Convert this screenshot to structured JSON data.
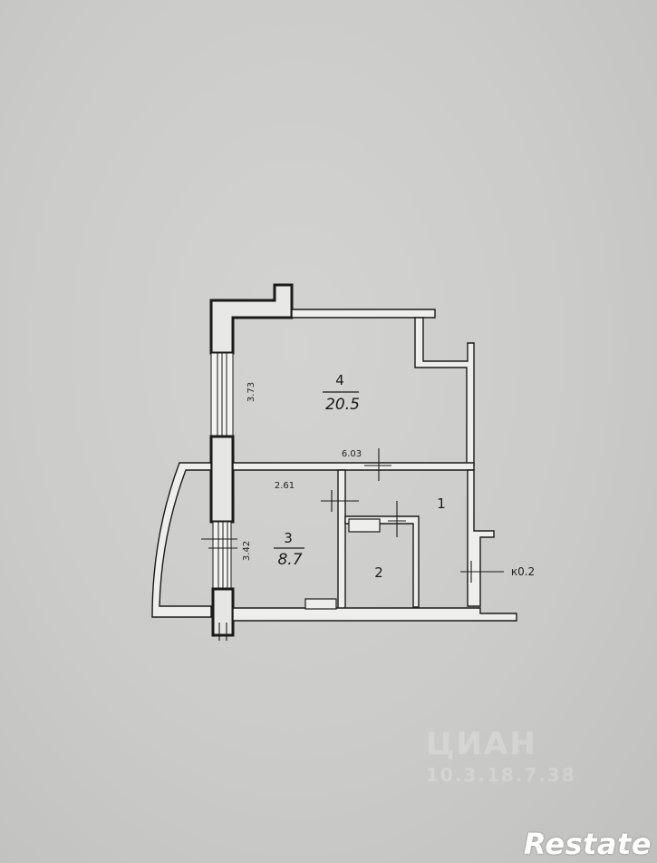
{
  "plan": {
    "rooms": [
      {
        "id": "room-4",
        "number": "4",
        "area": "20.5"
      },
      {
        "id": "room-3",
        "number": "3",
        "area": "8.7"
      },
      {
        "id": "room-1",
        "number": "1",
        "area": ""
      },
      {
        "id": "room-2",
        "number": "2",
        "area": ""
      }
    ],
    "dimensions": {
      "room4_height": "3.73",
      "room4_width": "6.03",
      "room3_width": "2.61",
      "room3_height": "3.42",
      "right_mark": "к0.2"
    }
  },
  "watermark": {
    "line1": "ЦИАН",
    "line2": "10.3.18.7.38"
  },
  "brand": {
    "text": "Restate"
  },
  "colors": {
    "paper": "#cbcbc9",
    "ink": "#1a1a1a",
    "wall_fill": "#f1f1ef"
  }
}
